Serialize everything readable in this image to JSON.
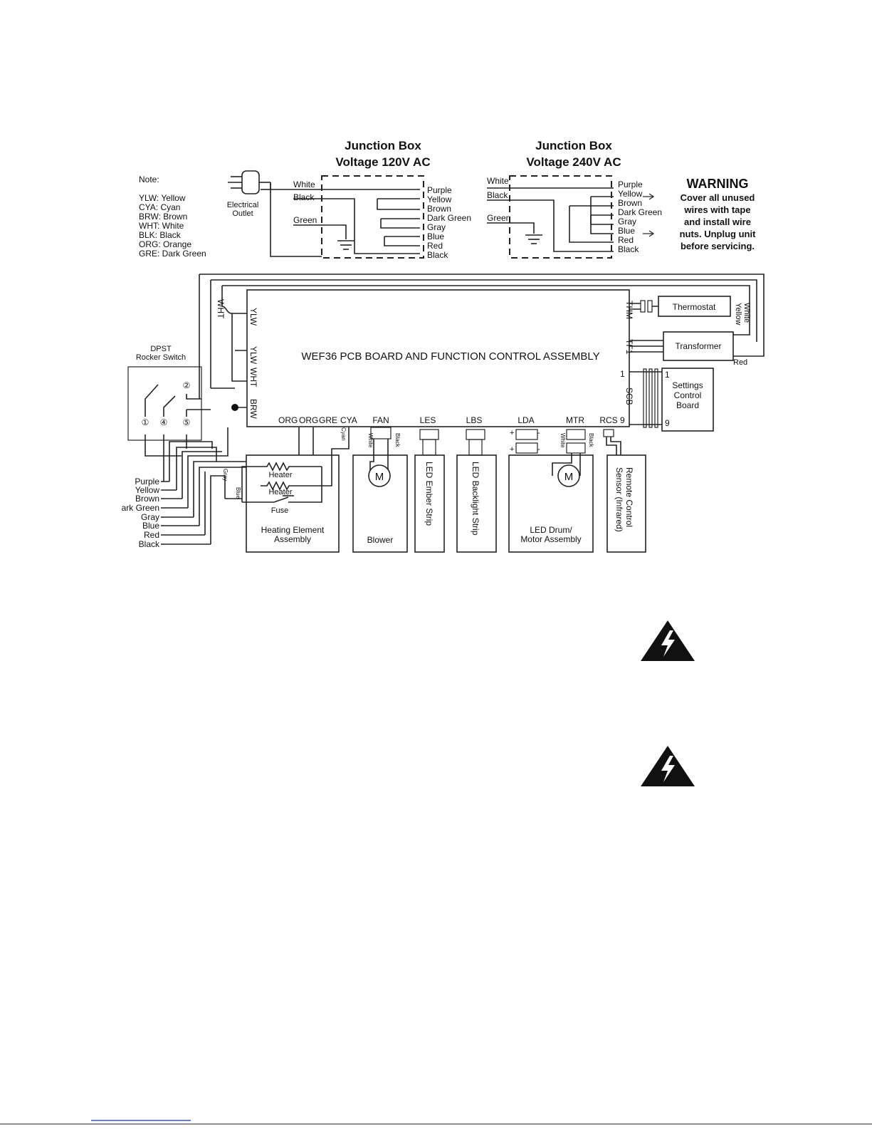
{
  "jb120": {
    "title1": "Junction Box",
    "title2": "Voltage 120V AC",
    "in_labels": [
      "White",
      "Black",
      "Green"
    ],
    "out_labels": [
      "Purple",
      "Yellow",
      "Brown",
      "Dark Green",
      "Gray",
      "Blue",
      "Red",
      "Black"
    ]
  },
  "jb240": {
    "title1": "Junction Box",
    "title2": "Voltage 240V AC",
    "in_labels": [
      "White",
      "Black",
      "Green"
    ],
    "out_labels": [
      "Purple",
      "Yellow",
      "Brown",
      "Dark Green",
      "Gray",
      "Blue",
      "Red",
      "Black"
    ]
  },
  "note": {
    "heading": "Note:",
    "lines": [
      "YLW: Yellow",
      "CYA: Cyan",
      "BRW: Brown",
      "WHT: White",
      "BLK: Black",
      "ORG: Orange",
      "GRE: Dark Green"
    ]
  },
  "outlet": {
    "line1": "Electrical",
    "line2": "Outlet"
  },
  "warning": {
    "heading": "WARNING",
    "lines": [
      "Cover all unused",
      "wires with tape",
      "and install wire",
      "nuts. Unplug unit",
      "before servicing."
    ]
  },
  "pcb": {
    "title": "WEF36  PCB BOARD AND FUNCTION CONTROL ASSEMBLY",
    "left_labels": [
      "YLW",
      "YLW",
      "WHT",
      "BRW"
    ],
    "left_wire": "WHT",
    "bottom_labels": [
      "ORG",
      "ORG",
      "GRE",
      "CYA"
    ],
    "connectors": [
      "FAN",
      "LES",
      "LBS",
      "LDA",
      "MTR",
      "RCS"
    ],
    "right_labels": [
      "THM",
      "TF1",
      "1",
      "SCB",
      "9"
    ]
  },
  "thermostat": "Thermostat",
  "transformer": "Transformer",
  "settings": {
    "lines": [
      "Settings",
      "Control",
      "Board"
    ],
    "pin1": "1",
    "pin9": "9"
  },
  "right_wires": {
    "yellow": "Yellow",
    "white": "White",
    "red": "Red"
  },
  "switch": {
    "line1": "DPST",
    "line2": "Rocker Switch",
    "terminals": [
      "①",
      "④",
      "⑤",
      "②"
    ]
  },
  "side_wires": [
    "Purple",
    "Yellow",
    "Brown",
    "ark Green",
    "Gray",
    "Blue",
    "Red",
    "Black"
  ],
  "heater": {
    "h1": "Heater",
    "h2": "Heater",
    "fuse": "Fuse",
    "line1": "Heating Element",
    "line2": "Assembly",
    "gray": "Gray",
    "blue": "Blue",
    "cyan": "Cyan"
  },
  "blower": {
    "label": "Blower",
    "motor": "M",
    "wire_left": "White",
    "wire_right": "Black"
  },
  "ember": "LED Ember Strip",
  "backlight": "LED Backlight Strip",
  "drum": {
    "line1": "LED Drum/",
    "line2": "Motor Assembly",
    "motor": "M",
    "wire_left": "White",
    "wire_right": "Black",
    "plus": "+",
    "minus": "-"
  },
  "remote": {
    "line1": "Remote Control",
    "line2": "Sensor (Infrared)"
  }
}
